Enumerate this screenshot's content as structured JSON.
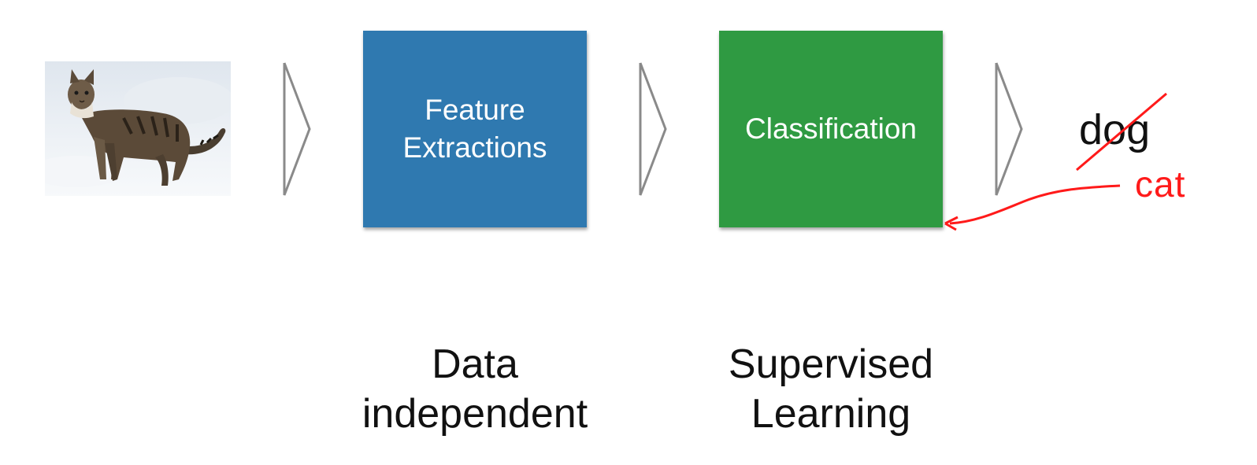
{
  "stages": {
    "feature_label": "Feature\nExtractions",
    "classification_label": "Classification"
  },
  "output": {
    "wrong_prediction": "dog",
    "correct_label": "cat"
  },
  "captions": {
    "feature": "Data\nindependent",
    "classification": "Supervised\nLearning"
  },
  "colors": {
    "feature_box": "#2f79b0",
    "classification_box": "#2f9a42",
    "correction": "#ff1a1a",
    "chevron": "#8a8a8a"
  },
  "icons": {
    "stage_arrow": "chevron-right-icon",
    "input_image": "cat-photo"
  }
}
